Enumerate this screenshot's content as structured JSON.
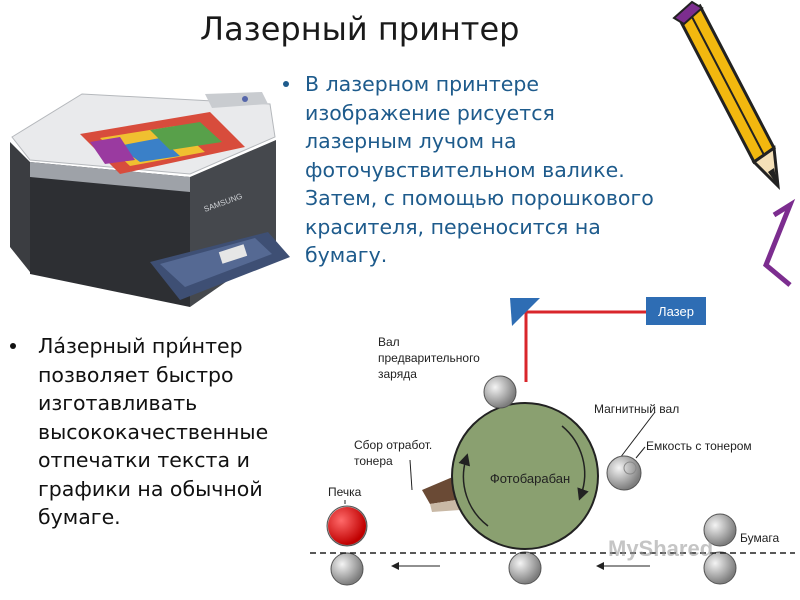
{
  "title": "Лазерный принтер",
  "top_bullet": {
    "lines": [
      "В лазерном принтере",
      "изображение рисуется",
      "лазерным лучом на",
      "фоточувствительном валике.",
      "Затем, с помощью порошкового",
      "красителя, переносится на",
      "бумагу."
    ]
  },
  "left_bullet": {
    "lines": [
      "Ла́зерный при́нтер",
      "позволяет быстро",
      "изготавливать",
      "высококачественные",
      "отпечатки текста и",
      "графики на обычной",
      "бумаге."
    ]
  },
  "diagram": {
    "laser_label": "Лазер",
    "charge_roller_label_1": "Вал",
    "charge_roller_label_2": "предварительного",
    "charge_roller_label_3": "заряда",
    "magnetic_roller_label": "Магнитный вал",
    "waste_label_1": "Сбор отработ.",
    "waste_label_2": "тонера",
    "toner_label": "Емкость с тонером",
    "drum_label": "Фотобарабан",
    "oven_label": "Печка",
    "paper_label": "Бумага"
  },
  "watermark": "MyShared",
  "colors": {
    "title": "#1a1a1a",
    "top_text": "#1e5b8c",
    "left_text": "#111111",
    "drum_fill": "#8aa070",
    "laser_box": "#2e6db4",
    "laser_beam": "#d9262b",
    "oven_fill": "#e01818"
  },
  "icons": [
    "printer-photo",
    "pencil-icon",
    "bullet-dot"
  ]
}
